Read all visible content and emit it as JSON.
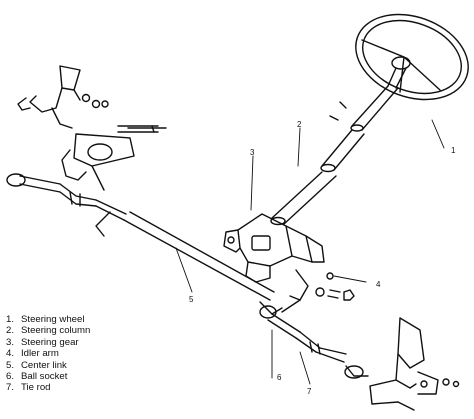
{
  "callouts": [
    "1",
    "2",
    "3",
    "4",
    "5",
    "6",
    "7"
  ],
  "legend": [
    {
      "number": "1.",
      "label": "Steering wheel"
    },
    {
      "number": "2.",
      "label": "Steering column"
    },
    {
      "number": "3.",
      "label": "Steering gear"
    },
    {
      "number": "4.",
      "label": "Idler arm"
    },
    {
      "number": "5.",
      "label": "Center link"
    },
    {
      "number": "6.",
      "label": "Ball socket"
    },
    {
      "number": "7.",
      "label": "Tie rod"
    }
  ]
}
